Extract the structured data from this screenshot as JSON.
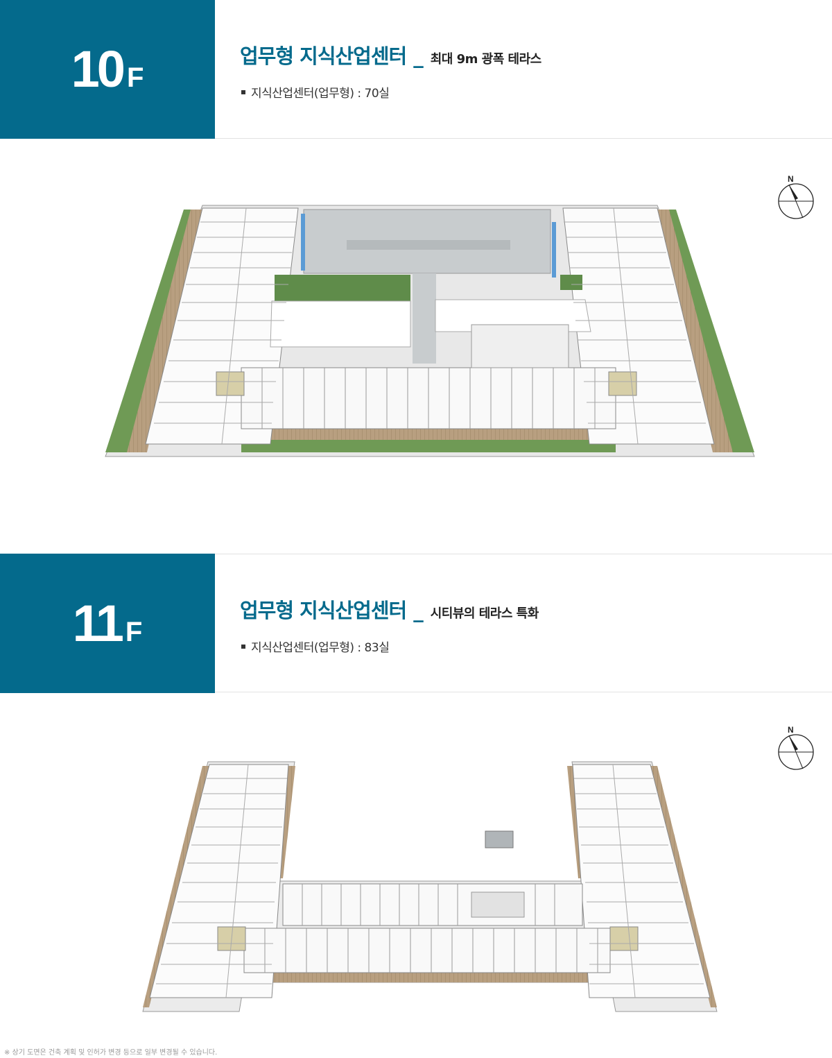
{
  "floors": [
    {
      "id": "10f",
      "badge_number": "10",
      "badge_suffix": "F",
      "title_main": "업무형 지식산업센터",
      "title_sep": "_",
      "title_sub": "최대 9m 광폭 테라스",
      "bullet": "지식산업센터(업무형) : 70실",
      "compass_label": "N"
    },
    {
      "id": "11f",
      "badge_number": "11",
      "badge_suffix": "F",
      "title_main": "업무형 지식산업센터",
      "title_sep": "_",
      "title_sub": "시티뷰의 테라스 특화",
      "bullet": "지식산업센터(업무형) : 83실",
      "compass_label": "N"
    }
  ],
  "footnote": "※ 상기 도면은 건축 계획 및 인허가 변경 등으로 일부 변경될 수 있습니다.",
  "colors": {
    "brand": "#046a8c",
    "terrace_wood": "#b39a7c",
    "terrace_green": "#5f8c4a",
    "parking_gray": "#c8ccce",
    "glass_blue": "#5b9bd5"
  }
}
